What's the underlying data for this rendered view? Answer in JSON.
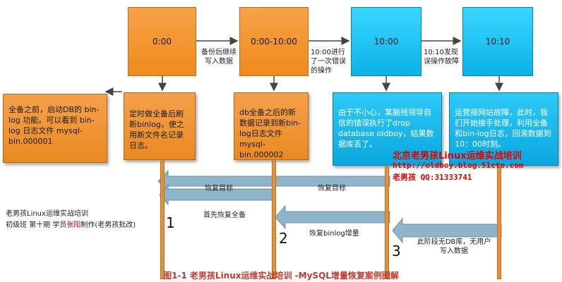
{
  "times": [
    "0:00",
    "0:00-10:00",
    "10:00",
    "10:10"
  ],
  "time_labels": {
    "between_0_1": "备份后继续写入数据",
    "between_1_2": "10:00进行了一次错误的操作",
    "between_2_3": "10:10发现误操作故障"
  },
  "boxes": {
    "full_backup": "全备之前，启动DB的 bin-log 功能。可以看到 bin-log 日志文件 mysql-bin.000001",
    "refresh_binlog": "定时做全备后刷新binlog，使之用新文件名记录日志。",
    "new_binlog": "db全备之后的新数据记录到新bin-log日志文件 mysql-bin.000002",
    "wrong_op": "由于不小心，某脑残领导自信的错误执行了drop database oldboy，结果数据库丢了。",
    "fault_handling": "运营报网站故障，此时，我们开始接手处理，利用全备和bin-log日志，回滚数据到10：00时刻。"
  },
  "watermark": {
    "line1": "北京老男孩Linux运维实战培训",
    "line2": "http://oldboy.blog.51cto.com",
    "line3": "老男孩  QQ:31333741"
  },
  "arrows": {
    "restore_target_1": "恢复目标",
    "restore_target_2": "恢复目标",
    "restore_full_first": "首先恢复全备",
    "restore_binlog": "恢复binlog增量",
    "no_db_stop_write": "此阶段无DB库，无用户写入数据"
  },
  "step_numbers": [
    "1",
    "2",
    "3"
  ],
  "left_note": {
    "line1": "老男孩Linux运维实战培训",
    "line2_pre": "初级班 第十期 学员",
    "line2_name": "张阳",
    "line2_post": "制作(老男孩批改)"
  },
  "caption": "图1-1 老男孩Linux运维实战培训 -MySQL增量恢复案例图解",
  "colors": {
    "orange": "#ef8a1c",
    "blue": "#0ab2e6",
    "arrow": "#8fb3c9",
    "red": "#e00000"
  }
}
